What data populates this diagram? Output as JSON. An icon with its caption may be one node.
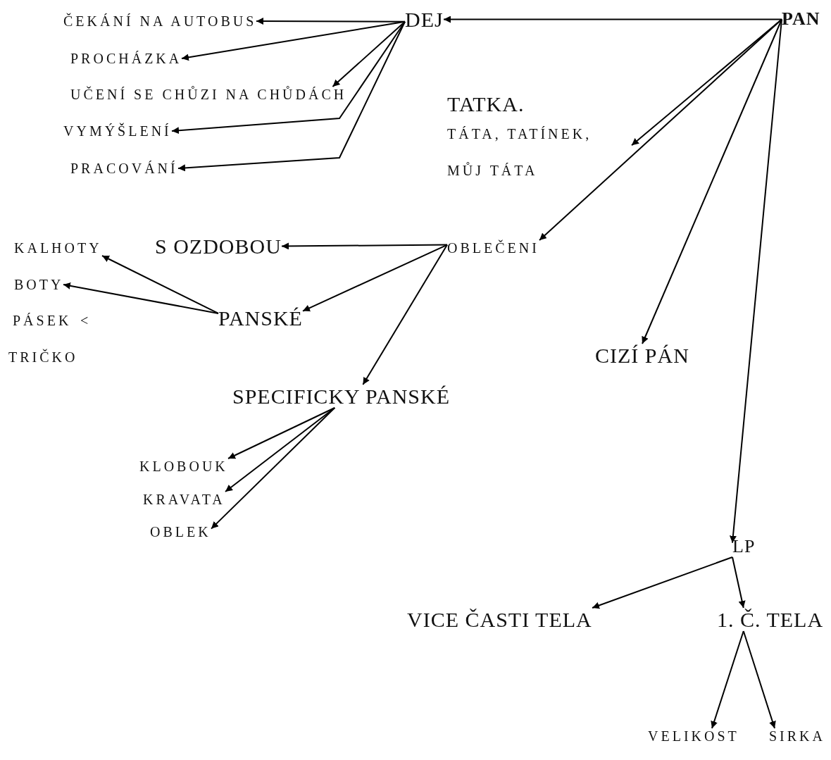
{
  "diagram": {
    "nodes": [
      {
        "text": [
          "ČEKÁNÍ NA AUTOBUS"
        ]
      },
      {
        "text": [
          "DEJ"
        ]
      },
      {
        "text": [
          "PAN"
        ]
      },
      {
        "text": [
          "PROCHÁZKA"
        ]
      },
      {
        "text": [
          "UČENÍ SE CHŮZI NA CHŮDÁCH"
        ]
      },
      {
        "text": [
          "TATKA.",
          "TÁTA, TATÍNEK, MŮJ TÁTA"
        ]
      },
      {
        "text": [
          "VYMÝŠLENÍ"
        ]
      },
      {
        "text": [
          "PRACOVÁNÍ"
        ]
      },
      {
        "text": [
          "KALHOTY"
        ]
      },
      {
        "text": [
          "S OZDOBOU"
        ]
      },
      {
        "text": [
          "OBLEČENI"
        ]
      },
      {
        "text": [
          "BOTY"
        ]
      },
      {
        "text": [
          "PÁSEK"
        ]
      },
      {
        "text": [
          "PANSKÉ"
        ]
      },
      {
        "text": [
          "TRIČKO"
        ]
      },
      {
        "text": [
          "CIZÍ PÁN"
        ]
      },
      {
        "text": [
          "SPECIFICKY PANSKÉ"
        ]
      },
      {
        "text": [
          "KLOBOUK"
        ]
      },
      {
        "text": [
          "KRAVATA"
        ]
      },
      {
        "text": [
          "OBLEK"
        ]
      },
      {
        "text": [
          "LP"
        ]
      },
      {
        "text": [
          "VICE ČASTI TELA"
        ]
      },
      {
        "text": [
          "1. Č. TELA"
        ]
      },
      {
        "text": [
          "VELIKOST"
        ]
      },
      {
        "text": [
          "SIRKA"
        ]
      }
    ],
    "edges": [
      {
        "from": 1,
        "to": 0,
        "arrow": "to"
      },
      {
        "from": 1,
        "to": 3,
        "arrow": "to"
      },
      {
        "from": 1,
        "to": 4,
        "arrow": "to"
      },
      {
        "from": 1,
        "to": 6,
        "arrow": "to"
      },
      {
        "from": 1,
        "to": 7,
        "arrow": "to"
      },
      {
        "from": 2,
        "to": 1,
        "arrow": "to"
      },
      {
        "from": 2,
        "to": 5,
        "arrow": "to"
      },
      {
        "from": 2,
        "to": 10,
        "arrow": "to"
      },
      {
        "from": 2,
        "to": 15,
        "arrow": "to"
      },
      {
        "from": 2,
        "to": 20,
        "arrow": "to"
      },
      {
        "from": 10,
        "to": 9,
        "arrow": "to"
      },
      {
        "from": 10,
        "to": 13,
        "arrow": "to"
      },
      {
        "from": 10,
        "to": 16,
        "arrow": "to"
      },
      {
        "from": 13,
        "to": 8,
        "arrow": "to"
      },
      {
        "from": 13,
        "to": 11,
        "arrow": "to"
      },
      {
        "from": 16,
        "to": 17,
        "arrow": "to"
      },
      {
        "from": 16,
        "to": 18,
        "arrow": "to"
      },
      {
        "from": 16,
        "to": 19,
        "arrow": "to"
      },
      {
        "from": 20,
        "to": 21,
        "arrow": "to"
      },
      {
        "from": 20,
        "to": 22,
        "arrow": "to"
      },
      {
        "from": 22,
        "to": 23,
        "arrow": "to"
      },
      {
        "from": 22,
        "to": 24,
        "arrow": "to"
      }
    ],
    "labels": [
      "<"
    ]
  }
}
